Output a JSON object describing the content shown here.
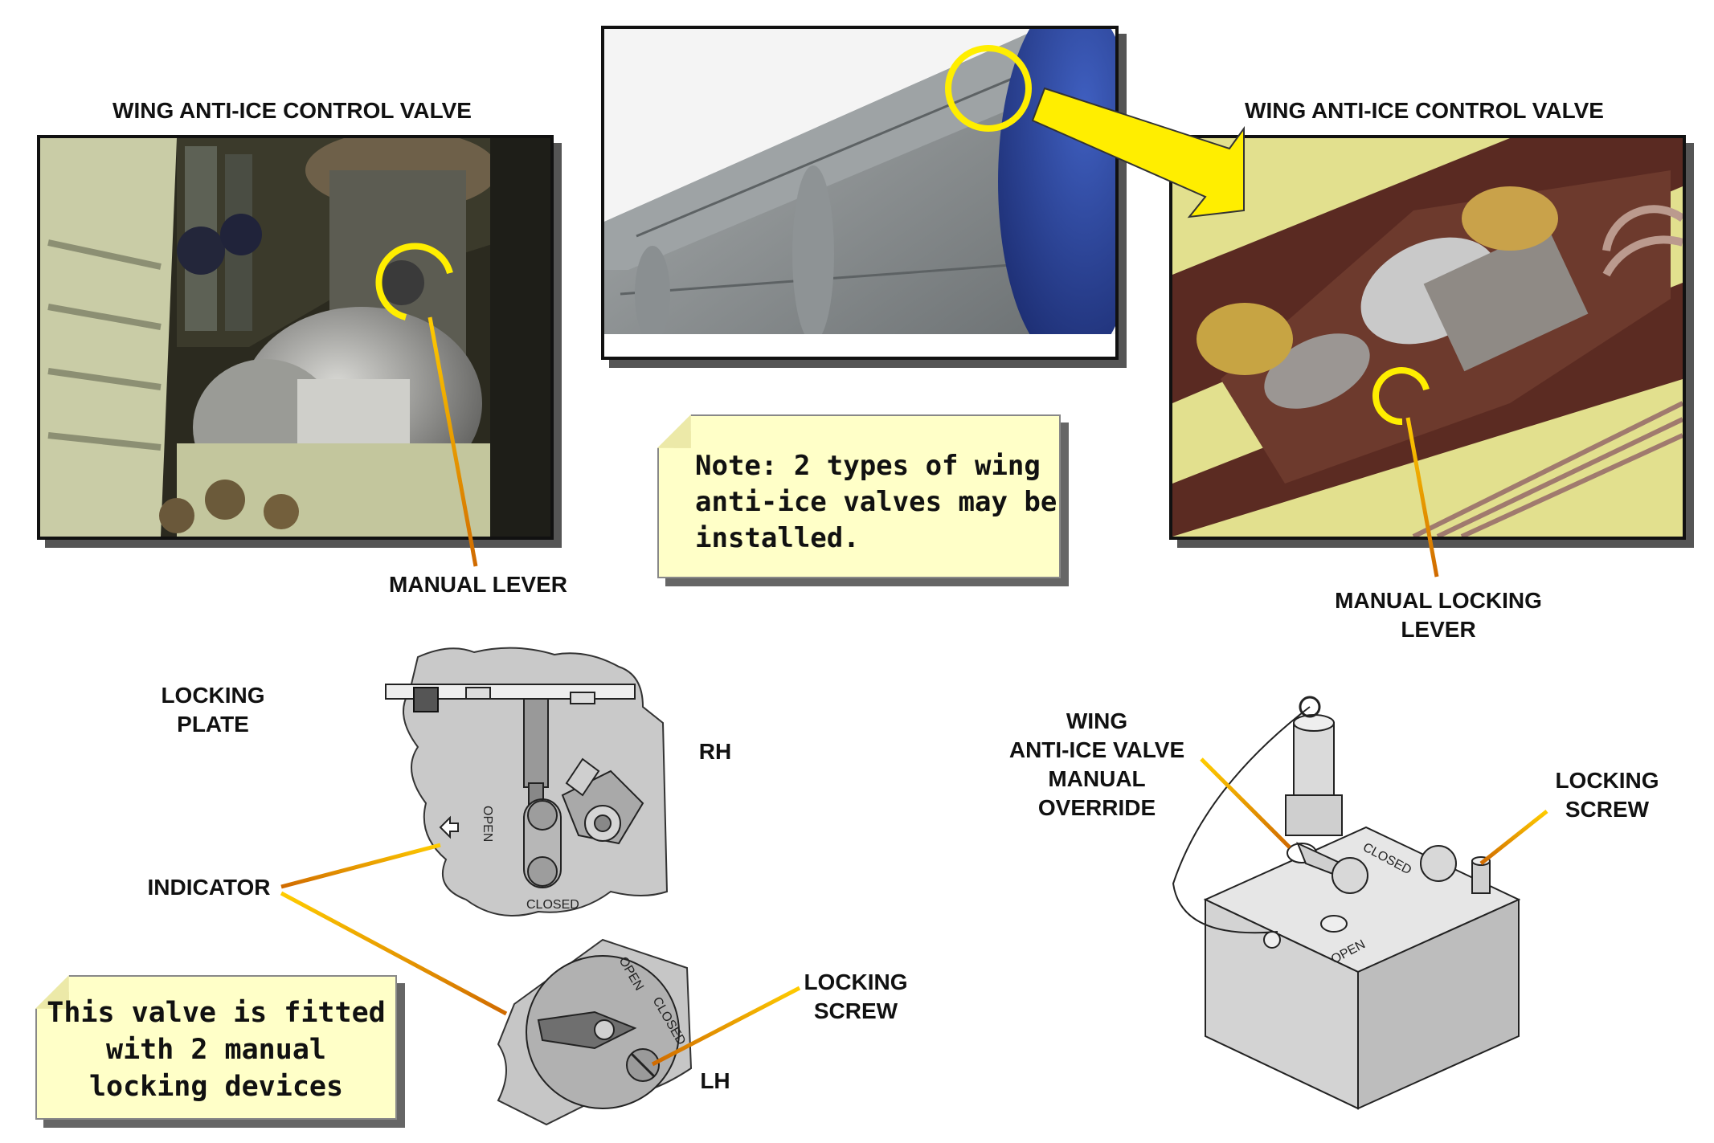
{
  "labels": {
    "valve_title_left": "WING ANTI-ICE CONTROL VALVE",
    "valve_title_right": "WING ANTI-ICE CONTROL VALVE",
    "manual_lever": "MANUAL LEVER",
    "manual_locking_lever_1": "MANUAL LOCKING",
    "manual_locking_lever_2": "LEVER",
    "locking_plate_1": "LOCKING",
    "locking_plate_2": "PLATE",
    "rh": "RH",
    "lh": "LH",
    "indicator": "INDICATOR",
    "locking_screw_lh_1": "LOCKING",
    "locking_screw_lh_2": "SCREW",
    "override_1": "WING",
    "override_2": "ANTI-ICE VALVE",
    "override_3": "MANUAL",
    "override_4": "OVERRIDE",
    "locking_screw_r_1": "LOCKING",
    "locking_screw_r_2": "SCREW"
  },
  "diagram_marks": {
    "open": "OPEN",
    "closed": "CLOSED"
  },
  "notes": {
    "types_note": "Note: 2 types of wing\nanti-ice valves may be\ninstalled.",
    "fitted_note": "This valve is fitted\nwith 2 manual\nlocking devices"
  },
  "colors": {
    "highlight_ring": "#ffee00",
    "leader_line": "#e08a00",
    "note_bg": "#ffffc8"
  }
}
